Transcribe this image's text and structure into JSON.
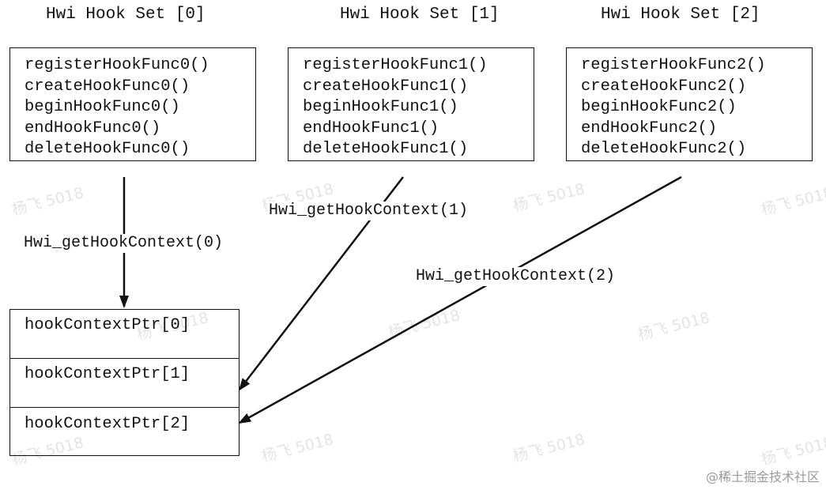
{
  "hook_sets": [
    {
      "title": "Hwi Hook Set [0]",
      "functions": [
        "registerHookFunc0()",
        "createHookFunc0()",
        "beginHookFunc0()",
        "endHookFunc0()",
        "deleteHookFunc0()"
      ],
      "call_label": "Hwi_getHookContext(0)"
    },
    {
      "title": "Hwi Hook Set [1]",
      "functions": [
        "registerHookFunc1()",
        "createHookFunc1()",
        "beginHookFunc1()",
        "endHookFunc1()",
        "deleteHookFunc1()"
      ],
      "call_label": "Hwi_getHookContext(1)"
    },
    {
      "title": "Hwi Hook Set [2]",
      "functions": [
        "registerHookFunc2()",
        "createHookFunc2()",
        "beginHookFunc2()",
        "endHookFunc2()",
        "deleteHookFunc2()"
      ],
      "call_label": "Hwi_getHookContext(2)"
    }
  ],
  "context_pointers": [
    "hookContextPtr[0]",
    "hookContextPtr[1]",
    "hookContextPtr[2]"
  ],
  "watermark_text": "杨飞 5018",
  "credit": "@稀土掘金技术社区",
  "colors": {
    "ink": "#111111",
    "watermark": "#e4e4e4",
    "credit": "#9a9a9a"
  }
}
